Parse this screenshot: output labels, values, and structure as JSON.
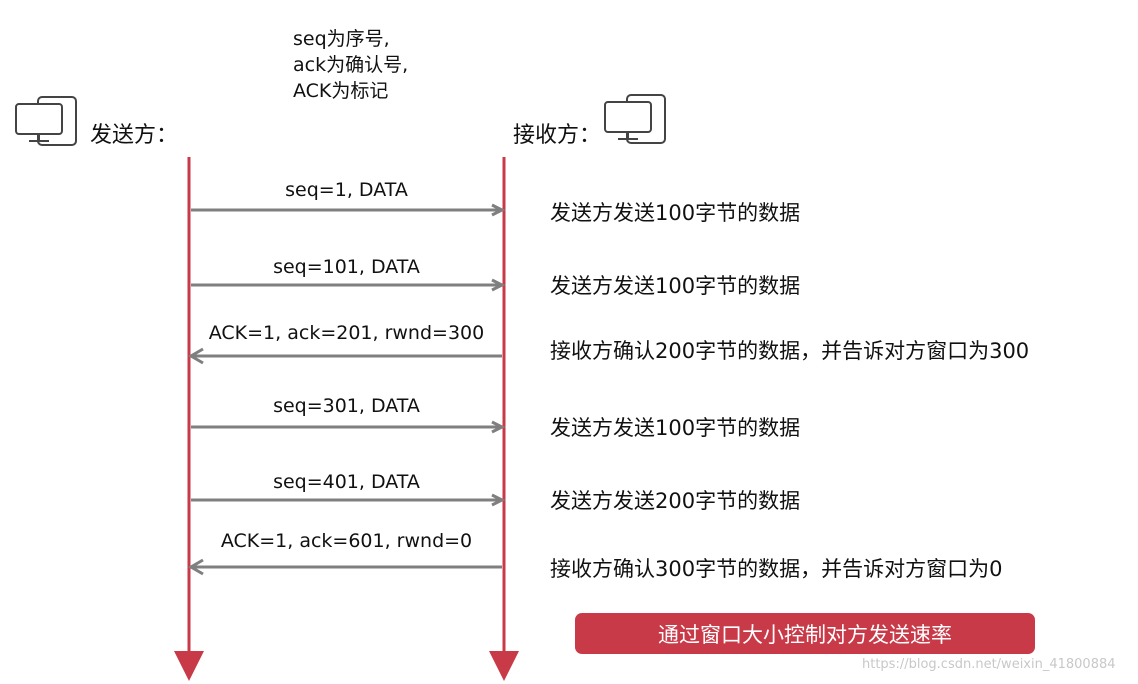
{
  "legend": [
    "seq为序号,",
    "ack为确认号,",
    "ACK为标记"
  ],
  "sender": {
    "label": "发送方："
  },
  "receiver": {
    "label": "接收方："
  },
  "messages": [
    {
      "label": "seq=1, DATA",
      "direction": "right",
      "description": "发送方发送100字节的数据"
    },
    {
      "label": "seq=101, DATA",
      "direction": "right",
      "description": "发送方发送100字节的数据"
    },
    {
      "label": "ACK=1, ack=201, rwnd=300",
      "direction": "left",
      "description": "接收方确认200字节的数据，并告诉对方窗口为300"
    },
    {
      "label": "seq=301, DATA",
      "direction": "right",
      "description": "发送方发送100字节的数据"
    },
    {
      "label": "seq=401, DATA",
      "direction": "right",
      "description": "发送方发送200字节的数据"
    },
    {
      "label": "ACK=1, ack=601, rwnd=0",
      "direction": "left",
      "description": "接收方确认300字节的数据，并告诉对方窗口为0"
    }
  ],
  "banner": "通过窗口大小控制对方发送速率",
  "watermark": "https://blog.csdn.net/weixin_41800884",
  "colors": {
    "lifeline": "#c93a49",
    "arrow": "#7f7f7f",
    "banner": "#c93a49"
  }
}
